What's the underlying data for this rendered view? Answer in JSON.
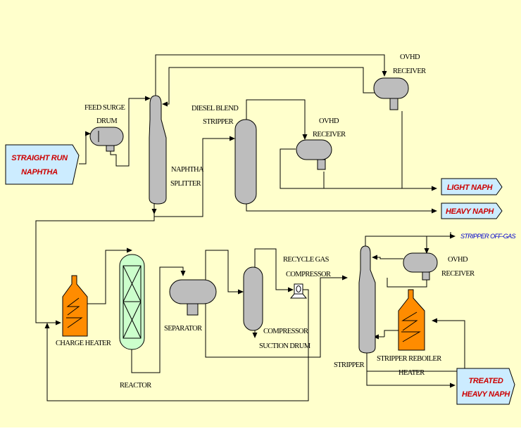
{
  "diagram": {
    "colors": {
      "background": "#ffffcc",
      "vessel_fill": "#bdbdbd",
      "heater_fill": "#ff8c00",
      "reactor_fill": "#ccffcc",
      "stream_tag_fill": "#ccecff",
      "stream_tag_text": "#cc0000",
      "offgas_text": "#0000cc"
    },
    "labels": {
      "feed_surge_1": "FEED SURGE",
      "feed_surge_2": "DRUM",
      "naphtha_splitter_1": "NAPHTHA",
      "naphtha_splitter_2": "SPLITTER",
      "diesel_blend_1": "DIESEL BLEND",
      "diesel_blend_2": "STRIPPER",
      "ovhd_top_1": "OVHD",
      "ovhd_top_2": "RECEIVER",
      "ovhd_mid_1": "OVHD",
      "ovhd_mid_2": "RECEIVER",
      "ovhd_right_1": "OVHD",
      "ovhd_right_2": "RECEIVER",
      "recycle_gas_1": "RECYCLE GAS",
      "recycle_gas_2": "COMPRESSOR",
      "charge_heater": "CHARGE HEATER",
      "reactor": "REACTOR",
      "separator": "SEPARATOR",
      "compressor_suction_1": "COMPRESSOR",
      "compressor_suction_2": "SUCTION DRUM",
      "stripper": "STRIPPER",
      "stripper_reboiler_1": "STRIPPER REBOILER",
      "stripper_reboiler_2": "HEATER"
    },
    "streams": {
      "straight_run_1": "STRAIGHT RUN",
      "straight_run_2": "NAPHTHA",
      "light_naph": "LIGHT NAPH",
      "heavy_naph": "HEAVY NAPH",
      "treated_1": "TREATED",
      "treated_2": "HEAVY NAPH",
      "stripper_offgas": "STRIPPER OFF-GAS"
    }
  }
}
